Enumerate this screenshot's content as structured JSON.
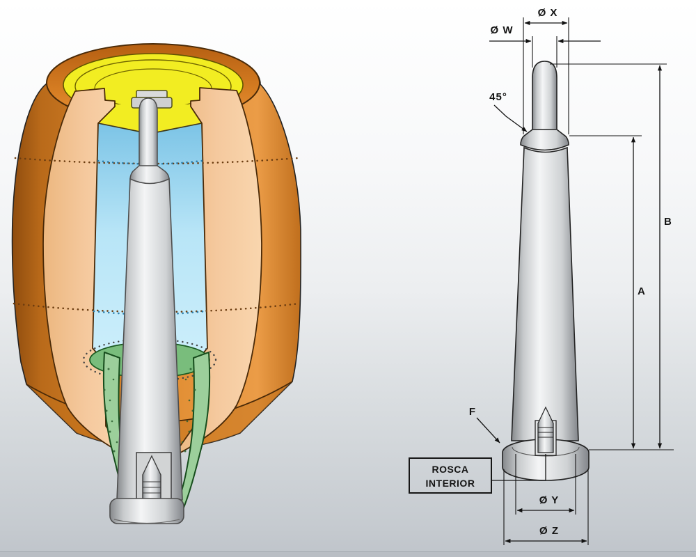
{
  "background": {
    "top": "#ffffff",
    "bottom": "#c6cbd0"
  },
  "left_illustration": {
    "description_colors": {
      "refractory_orange": "#de8a2e",
      "refractory_dark": "#8f4c0e",
      "cut_face_peach": "#f5c99e",
      "top_yellow": "#f2ed22",
      "bore_blue": "#a9ddf3",
      "insert_green": "#9ccf9b",
      "insert_green_dark": "#174d1d",
      "rod_gray": "#c9cbcc",
      "hidden_line_brown": "#6b3c10",
      "hidden_line_blue": "#2b7fae"
    }
  },
  "right_drawing": {
    "dim_labels": {
      "dia_x": "Ø X",
      "dia_w": "Ø W",
      "angle_45": "45°",
      "b": "B",
      "a": "A",
      "f": "F",
      "dia_y": "Ø Y",
      "dia_z": "Ø Z"
    },
    "thread_note": {
      "line1": "ROSCA",
      "line2": "INTERIOR"
    }
  }
}
